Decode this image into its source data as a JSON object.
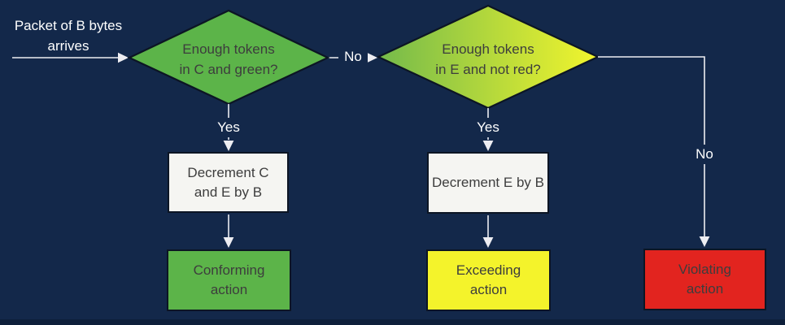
{
  "colors": {
    "bg": "#13284a",
    "bg-bottom": "#0e1f3a",
    "line": "#ededf2",
    "label": "#ffffff",
    "border": "#0c1524",
    "node-text": "#3d3d3d",
    "green": "#5cb449",
    "d2-left": "#74ba4b",
    "d2-right": "#f2f52d",
    "yellow": "#f4f32b",
    "red": "#e2241f",
    "process-bg": "#f5f5f2"
  },
  "start": {
    "lines": [
      "Packet of B bytes",
      "arrives"
    ]
  },
  "decisions": {
    "d1": {
      "lines": [
        "Enough tokens",
        "in C and green?"
      ]
    },
    "d2": {
      "lines": [
        "Enough tokens",
        "in E and not red?"
      ]
    }
  },
  "processes": {
    "p1": {
      "lines": [
        "Decrement C",
        "and E by B"
      ]
    },
    "p2": {
      "lines": [
        "Decrement E by B"
      ]
    }
  },
  "actions": {
    "conforming": {
      "lines": [
        "Conforming",
        "action"
      ]
    },
    "exceeding": {
      "lines": [
        "Exceeding",
        "action"
      ]
    },
    "violating": {
      "lines": [
        "Violating",
        "action"
      ]
    }
  },
  "edge_labels": {
    "no1": "No",
    "yes1": "Yes",
    "yes2": "Yes",
    "no2": "No"
  }
}
